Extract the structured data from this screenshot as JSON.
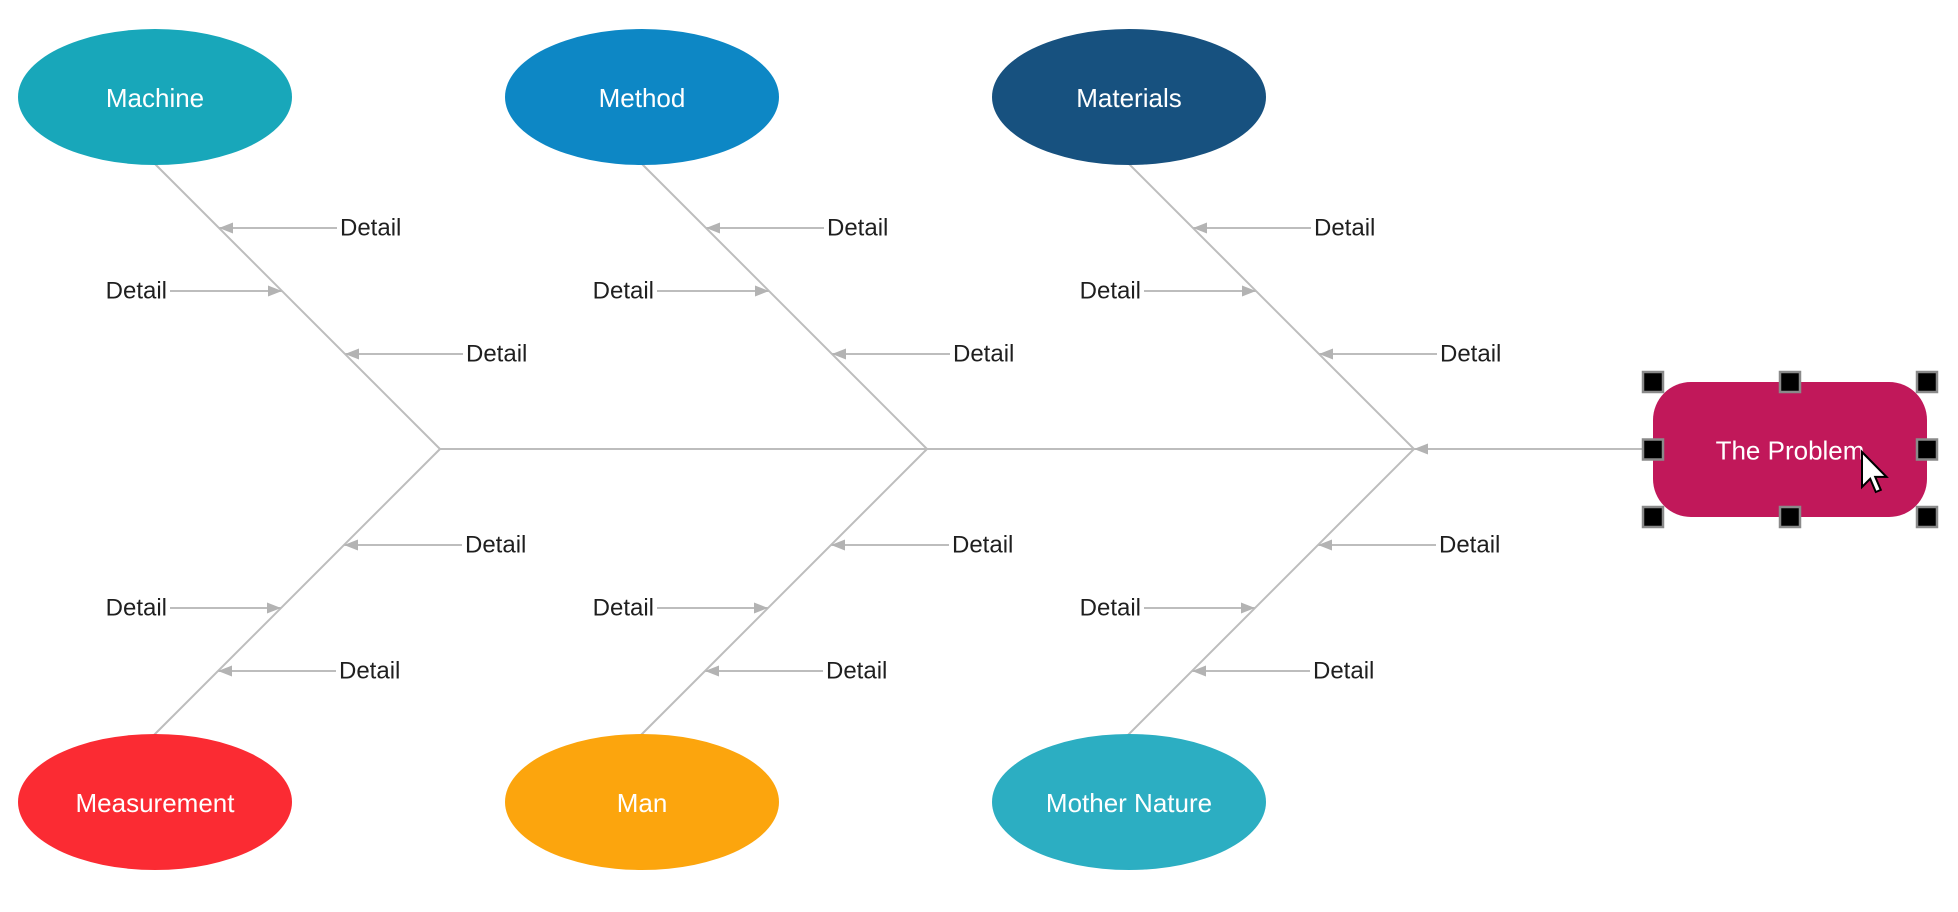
{
  "diagram": {
    "type": "fishbone",
    "background": "#FFFFFF",
    "connector_color": "#BDBDBD",
    "arrowhead_color": "#B3B3B3",
    "detail_text_color": "#1F1F1F",
    "shape_text_color": "#FFFFFF",
    "detail_label": "Detail",
    "details_per_branch": 3,
    "groups": [
      {
        "top": {
          "label": "Machine",
          "color": "#18A7BA"
        },
        "bottom": {
          "label": "Measurement",
          "color": "#FB2B33"
        }
      },
      {
        "top": {
          "label": "Method",
          "color": "#0D87C5"
        },
        "bottom": {
          "label": "Man",
          "color": "#FCA50D"
        }
      },
      {
        "top": {
          "label": "Materials",
          "color": "#17517F"
        },
        "bottom": {
          "label": "Mother Nature",
          "color": "#2CAEC2"
        }
      }
    ],
    "problem": {
      "label": "The Problem",
      "fill": "#C1185A",
      "selected": true,
      "selection": {
        "handle_fill": "#000000",
        "handle_stroke": "#8A8A8A"
      }
    },
    "cursor": {
      "fill": "#FFFFFF",
      "outline": "#000000"
    }
  }
}
